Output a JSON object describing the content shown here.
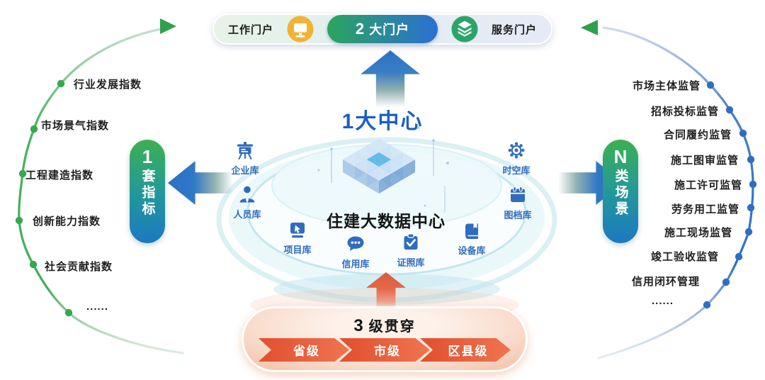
{
  "diagram": {
    "top_portal": {
      "left_label": "工作门户",
      "center_number": "2",
      "center_text": "大门户",
      "right_label": "服务门户"
    },
    "center": {
      "title": "1大中心",
      "core_label": "住建大数据中心",
      "databases": [
        {
          "label": "企业库",
          "icon": "enterprise-db-icon"
        },
        {
          "label": "人员库",
          "icon": "personnel-db-icon"
        },
        {
          "label": "项目库",
          "icon": "project-db-icon"
        },
        {
          "label": "信用库",
          "icon": "credit-db-icon"
        },
        {
          "label": "证照库",
          "icon": "certificate-db-icon"
        },
        {
          "label": "设备库",
          "icon": "equipment-db-icon"
        },
        {
          "label": "图档库",
          "icon": "archive-db-icon"
        },
        {
          "label": "时空库",
          "icon": "spacetime-db-icon"
        }
      ]
    },
    "left_panel": {
      "number": "1",
      "label": "套指标",
      "items": [
        "行业发展指数",
        "市场景气指数",
        "工程建造指数",
        "创新能力指数",
        "社会贡献指数",
        "......"
      ]
    },
    "right_panel": {
      "number": "N",
      "label": "类场景",
      "items": [
        "市场主体监管",
        "招标投标监管",
        "合同履约监管",
        "施工图审监管",
        "施工许可监管",
        "劳务用工监管",
        "施工现场监管",
        "竣工验收监管",
        "信用闭环管理",
        "......"
      ]
    },
    "bottom_panel": {
      "number": "3",
      "title": "级贯穿",
      "levels": [
        "省级",
        "市级",
        "区县级"
      ]
    },
    "colors": {
      "green": "#35a94f",
      "blue": "#2e6fc1",
      "orange": "#e4502f",
      "title_blue": "#1b5fc6",
      "db_icon_blue": "#2f6cbe"
    }
  }
}
